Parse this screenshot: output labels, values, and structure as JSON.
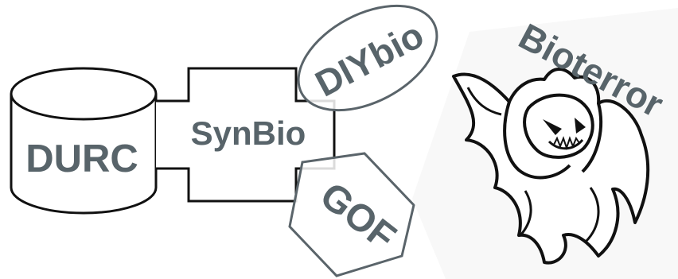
{
  "labels": {
    "durc": "DURC",
    "synbio": "SynBio",
    "diybio": "DIYbio",
    "gof": "GOF",
    "bioterror": "Bioterror"
  },
  "colors": {
    "text": "#58646a",
    "outline_dark": "#111111",
    "outline_grey": "#5a646a",
    "ghost_shadow": "#f2f2f2"
  },
  "icons": {
    "ghost": "ghost-icon"
  }
}
